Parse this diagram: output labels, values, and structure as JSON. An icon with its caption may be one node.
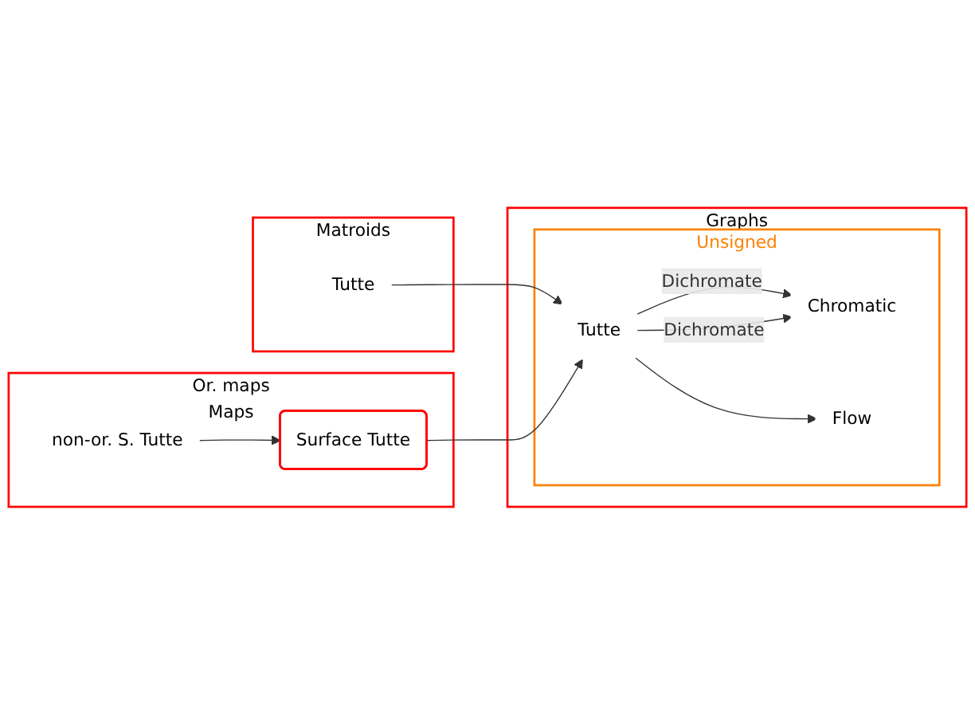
{
  "diagram": {
    "nodes": [
      {
        "text": [
          "Graphs"
        ]
      },
      {
        "text": [
          "Unsigned"
        ],
        "in": 0
      },
      {
        "text": [
          "Chromatic"
        ],
        "in": 1
      },
      {
        "text": [
          "Flow"
        ],
        "in": 1
      },
      {
        "text": [
          "Tutte"
        ],
        "in": 1
      },
      {
        "text": [
          "Matroids"
        ]
      },
      {
        "text": [
          "Tutte"
        ],
        "in": 5
      },
      {
        "text": [
          "Or. maps",
          "Maps"
        ]
      },
      {
        "text": [
          "Surface Tutte"
        ],
        "in": 7
      },
      {
        "text": [
          "non-or. S. Tutte"
        ],
        "in": 7
      }
    ],
    "edges": [
      {
        "from": 4,
        "to": 3,
        "arrow": "to"
      },
      {
        "from": 4,
        "to": 2,
        "arrow": "to",
        "label": "Dichromate"
      },
      {
        "from": 4,
        "to": 2,
        "arrow": "to",
        "label": "Dichromate"
      },
      {
        "from": 6,
        "to": 4,
        "arrow": "to"
      },
      {
        "from": 8,
        "to": 4,
        "arrow": "to"
      },
      {
        "from": 9,
        "to": 8,
        "arrow": "to"
      }
    ]
  }
}
